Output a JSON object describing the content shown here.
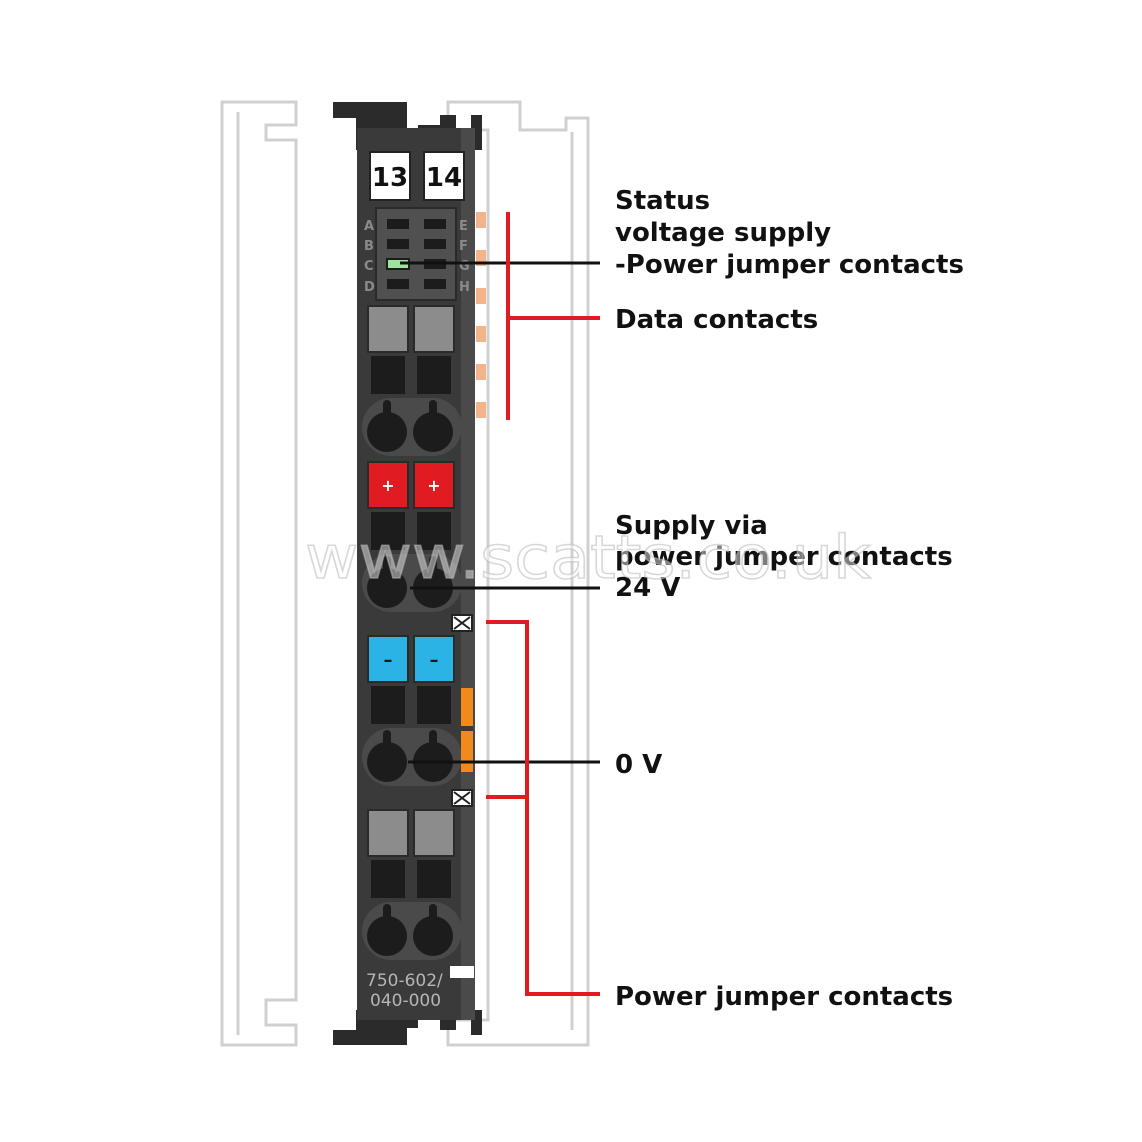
{
  "module": {
    "label_left": "13",
    "label_right": "14",
    "led_letters_left": [
      "A",
      "B",
      "C",
      "D"
    ],
    "led_letters_right": [
      "E",
      "F",
      "G",
      "H"
    ],
    "plus_symbol": "+",
    "minus_symbol": "–",
    "model_line1": "750-602/",
    "model_line2": "040-000"
  },
  "callouts": {
    "status_line1": "Status",
    "status_line2": "voltage supply",
    "status_line3": "-Power jumper contacts",
    "data_contacts": "Data contacts",
    "supply_line1": "Supply via",
    "supply_line2": "power jumper contacts",
    "supply_line3": "24 V",
    "zero_v": "0 V",
    "power_jumper": "Power jumper contacts"
  },
  "watermark": "www.scatts.co.uk",
  "colors": {
    "module_body": "#3a3a3a",
    "module_dark": "#1c1c1c",
    "plus_terminal": "#e01b22",
    "minus_terminal": "#2bb3e6",
    "grey_terminal": "#8c8c8c",
    "data_contact": "#f2b48a",
    "callout_red": "#e01b22",
    "led_on": "#9ee39e",
    "orange_marker": "#f08a1c"
  }
}
